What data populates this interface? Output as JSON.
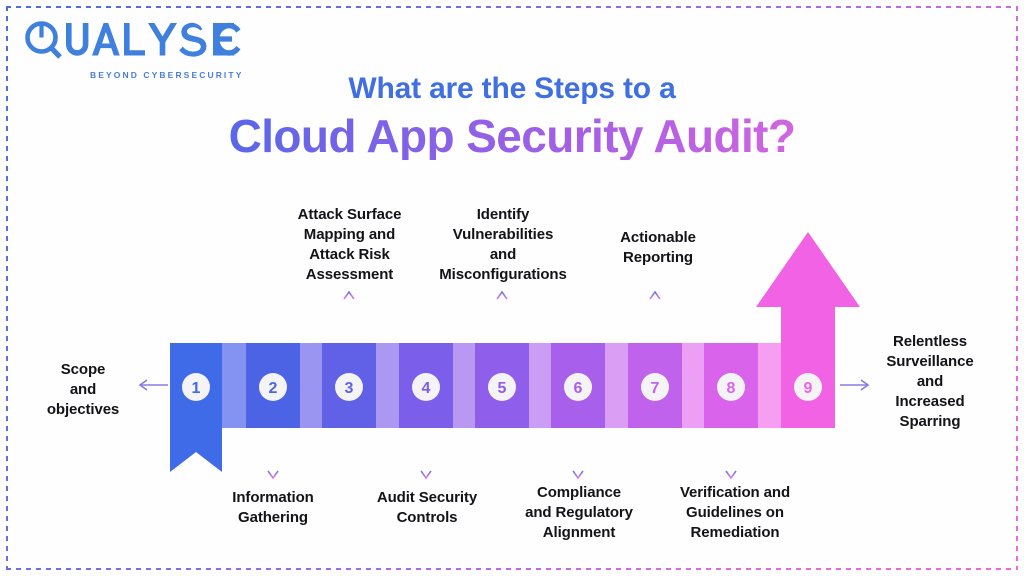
{
  "brand": {
    "name": "QUALYSEC",
    "tagline": "BEYOND CYBERSECURITY",
    "logo_icon": "magnifying-glass-q-icon",
    "color": "#3f7fdd"
  },
  "heading": {
    "line1": "What are the Steps to a",
    "line2": "Cloud App Security Audit?",
    "line1_color": "#3f6fe0",
    "gradient_from": "#2f6bf0",
    "gradient_to": "#f56fd0"
  },
  "frame": {
    "style": "dashed-gradient-border",
    "gradient_from": "#4a6ee0",
    "gradient_to": "#f06ad8"
  },
  "flow": {
    "shape": "zigzag-chevron-ribbon",
    "final_shape": "up-arrow",
    "steps": [
      {
        "number": "1",
        "label": "Scope and objectives",
        "position": "left",
        "color": "#3f6ae8",
        "connector_color": "#5f7ff0"
      },
      {
        "number": "2",
        "label": "Information Gathering",
        "position": "below",
        "color": "#4d63e6",
        "connector_color": "#6f7ff0"
      },
      {
        "number": "3",
        "label": "Attack Surface Mapping and Attack Risk Assessment",
        "position": "above",
        "color": "#6161e8",
        "connector_color": "#8a83f0"
      },
      {
        "number": "4",
        "label": "Audit Security Controls",
        "position": "below",
        "color": "#7b5fea",
        "connector_color": "#9b86f1"
      },
      {
        "number": "5",
        "label": "Identify Vulnerabilities and Misconfigurations",
        "position": "above",
        "color": "#8f5fec",
        "connector_color": "#ad86f2"
      },
      {
        "number": "6",
        "label": "Compliance and Regulatory Alignment",
        "position": "below",
        "color": "#a85fec",
        "connector_color": "#c28cf3"
      },
      {
        "number": "7",
        "label": "Actionable Reporting",
        "position": "above",
        "color": "#c062ec",
        "connector_color": "#d48ef3"
      },
      {
        "number": "8",
        "label": "Verification and Guidelines on Remediation",
        "position": "below",
        "color": "#da63ec",
        "connector_color": "#e78ff3"
      },
      {
        "number": "9",
        "label": "Relentless Surveillance and Increased Sparring",
        "position": "right",
        "color": "#f262e4",
        "connector_color": "#f48eef"
      }
    ],
    "labels_above": [
      {
        "step": "3",
        "lines": [
          "Attack Surface",
          "Mapping and",
          "Attack Risk",
          "Assessment"
        ]
      },
      {
        "step": "5",
        "lines": [
          "Identify",
          "Vulnerabilities",
          "and",
          "Misconfigurations"
        ]
      },
      {
        "step": "7",
        "lines": [
          "Actionable",
          "Reporting"
        ]
      }
    ],
    "labels_below": [
      {
        "step": "2",
        "lines": [
          "Information",
          "Gathering"
        ]
      },
      {
        "step": "4",
        "lines": [
          "Audit Security",
          "Controls"
        ]
      },
      {
        "step": "6",
        "lines": [
          "Compliance",
          "and Regulatory",
          "Alignment"
        ]
      },
      {
        "step": "8",
        "lines": [
          "Verification and",
          "Guidelines on",
          "Remediation"
        ]
      }
    ],
    "label_left": {
      "step": "1",
      "lines": [
        "Scope",
        "and",
        "objectives"
      ]
    },
    "label_right": {
      "step": "9",
      "lines": [
        "Relentless",
        "Surveillance",
        "and",
        "Increased",
        "Sparring"
      ]
    },
    "connector_arrow_color_from": "#6c7ae0",
    "connector_arrow_color_to": "#e878d8"
  }
}
